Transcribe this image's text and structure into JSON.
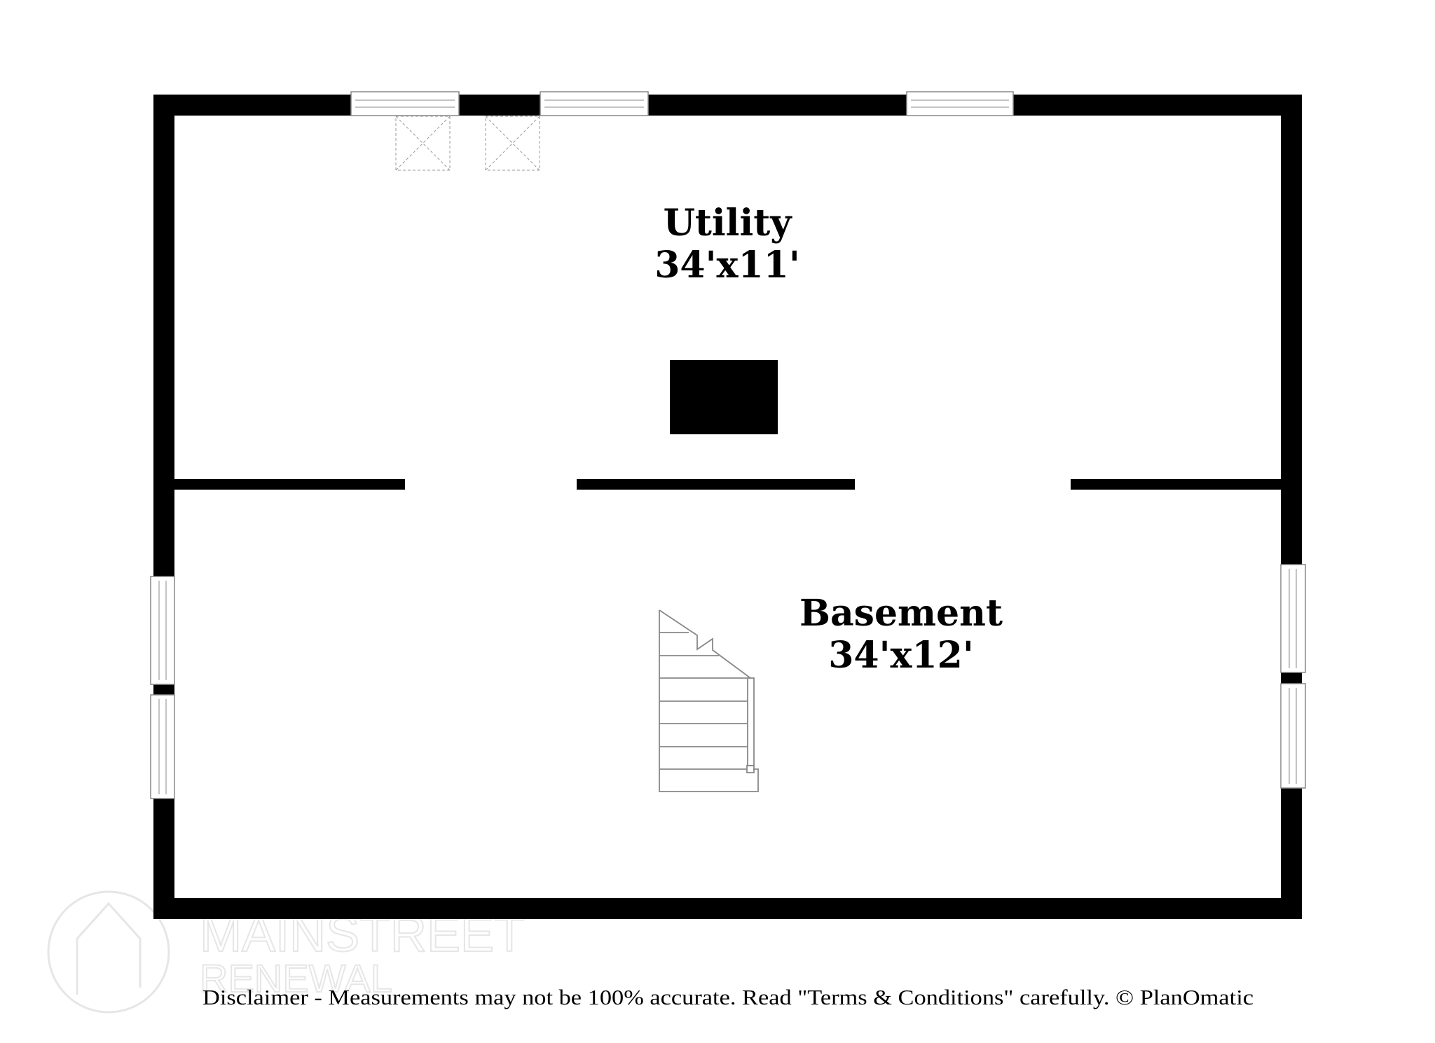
{
  "rooms": [
    {
      "name": "Utility",
      "dimensions": "34'x11'"
    },
    {
      "name": "Basement",
      "dimensions": "34'x12'"
    }
  ],
  "disclaimer": "Disclaimer - Measurements may not be 100% accurate. Read \"Terms & Conditions\" carefully. © PlanOmatic",
  "watermark": {
    "line1": "MAINSTREET",
    "line2": "RENEWAL"
  },
  "colors": {
    "wall": "#000000",
    "fixture": "#888888",
    "watermark": "#e6e6e6"
  }
}
